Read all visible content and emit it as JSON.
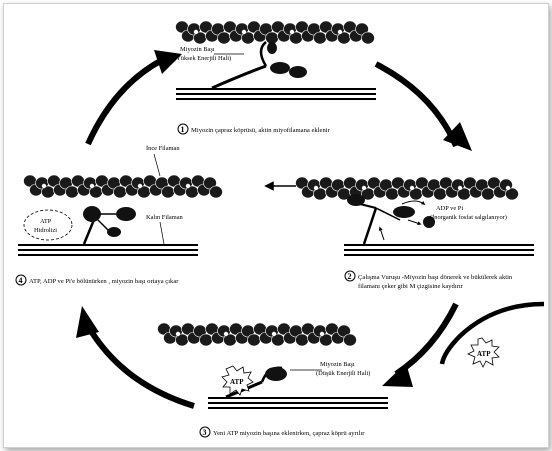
{
  "stage1": {
    "number": "1",
    "caption": "Miyozin çapraz köprüsü, aktin miyofilamana eklenir",
    "head_label_line1": "Miyozin Başı",
    "head_label_line2": "(Yüksek Enerjili Hali)"
  },
  "stage2": {
    "number": "2",
    "caption_line1": "Çalışma Vuruşu -Miyozin başı dönerek ve bükülerek aktin",
    "caption_line2": "filamanı çeker gibi M çizgisine kaydırır",
    "release_label_line1": "ADP ve Pi",
    "release_label_line2": "(İnorganik fosfat salgılanıyor)"
  },
  "stage3": {
    "number": "3",
    "caption": "Yeni ATP miyozin başına eklenirken, çapraz köprü ayrılır",
    "head_label_line1": "Miyozin Başı",
    "head_label_line2": "(Düşük Enerjili Hali)",
    "atp_badge": "ATP",
    "atp_incoming": "ATP"
  },
  "stage4": {
    "number": "4",
    "caption": "ATP, ADP ve Pi'e bölünürken , miyozin başı ortaya çıkar",
    "thin_filament_label": "İnce Filaman",
    "thick_filament_label": "Kalın Filaman",
    "hydrolysis_line1": "ATP",
    "hydrolysis_line2": "Hidrolizi"
  },
  "colors": {
    "ink": "#000000",
    "bead": "#1a1a1a",
    "background": "#ffffff"
  }
}
